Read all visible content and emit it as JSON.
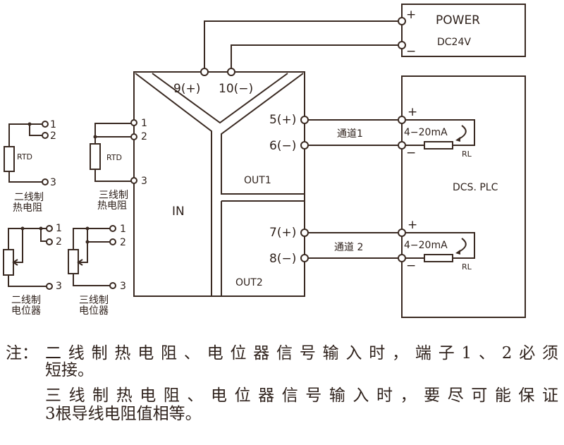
{
  "power": {
    "title": "POWER",
    "voltage": "DC24V",
    "plus": "+",
    "minus": "−"
  },
  "terminals": {
    "t9": "9(+)",
    "t10": "10(−)",
    "t5": "5(+)",
    "t6": "6(−)",
    "t7": "7(+)",
    "t8": "8(−)",
    "in1": "1",
    "in2": "2",
    "in3": "3"
  },
  "module": {
    "in": "IN",
    "out1": "OUT1",
    "out2": "OUT2"
  },
  "channels": [
    {
      "label": "通道1",
      "current": "4−20mA",
      "load": "RL",
      "plus": "+",
      "minus": "−"
    },
    {
      "label": "通道 2",
      "current": "4−20mA",
      "load": "RL",
      "plus": "+",
      "minus": "−"
    }
  ],
  "dcs": "DCS. PLC",
  "sensors": [
    {
      "rtd": "RTD",
      "line1": "二线制",
      "line2": "热电阻",
      "n1": "1",
      "n2": "2",
      "n3": "3"
    },
    {
      "rtd": "RTD",
      "line1": "三线制",
      "line2": "热电阻"
    },
    {
      "line1": "二线制",
      "line2": "电位器",
      "n1": "1",
      "n2": "2",
      "n3": "3"
    },
    {
      "line1": "三线制",
      "line2": "电位器",
      "n1": "1",
      "n2": "2",
      "n3": "3"
    }
  ],
  "note": {
    "prefix": "注：",
    "line1": "二线制热电阻、电位器信号输入时，端子1、2必须",
    "line2": "短接。",
    "line3": "三线制热电阻、电位器信号输入时，要尽可能保证",
    "line4": "3根导线电阻值相等。"
  }
}
